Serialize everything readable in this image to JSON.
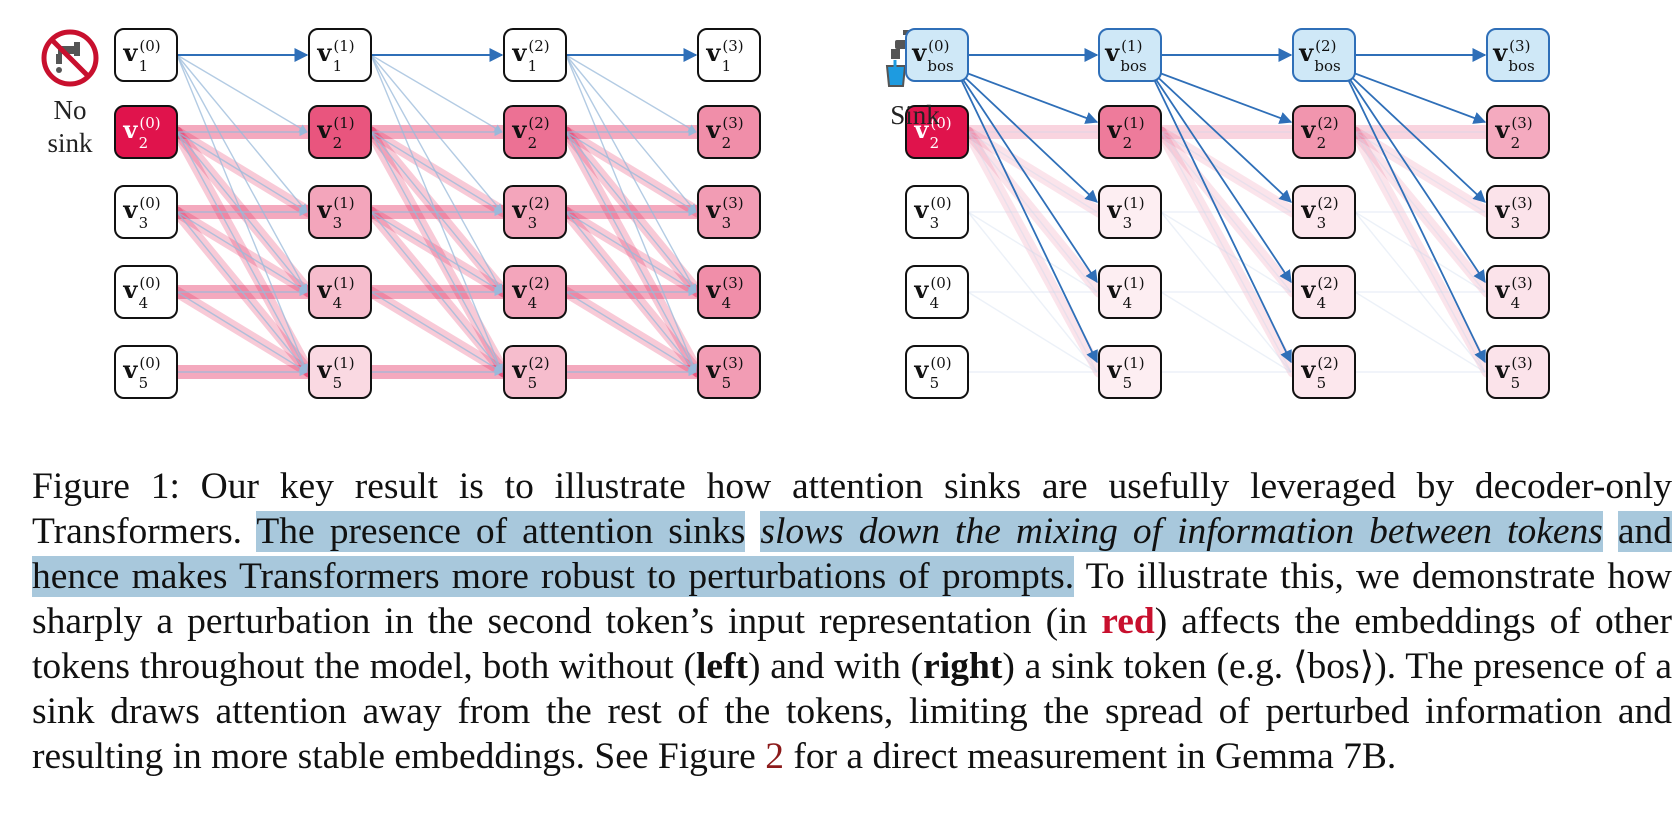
{
  "panels": {
    "left": {
      "icon": "no-water-tap-icon",
      "label_line1": "No",
      "label_line2": "sink"
    },
    "right": {
      "icon": "water-tap-icon",
      "label_line1": "Sink"
    }
  },
  "node_symbol": "v",
  "left_graph": {
    "layer_superscripts": [
      "(0)",
      "(1)",
      "(2)",
      "(3)"
    ],
    "token_subscripts": [
      "1",
      "2",
      "3",
      "4",
      "5"
    ]
  },
  "right_graph": {
    "layer_superscripts": [
      "(0)",
      "(1)",
      "(2)",
      "(3)"
    ],
    "token_subscripts": [
      "bos",
      "2",
      "3",
      "4",
      "5"
    ]
  },
  "colors": {
    "perturbation_red": "#e0134c",
    "sink_blue": "#cfe8f7",
    "arrow_blue": "#2f6fb8",
    "highlight": "#a8c8dc"
  },
  "caption": {
    "part1": "Figure 1: Our key result is to illustrate how attention sinks are usefully leveraged by decoder-only Transformers.",
    "hl1": "The presence of attention sinks",
    "hl_italic": "slows down the mixing of information between tokens",
    "hl2": "and hence makes Transformers more robust to perturbations of prompts.",
    "part2": "To illustrate this, we demonstrate how sharply a perturbation in the second token’s input representation (in",
    "red_word": "red",
    "part3": ") affects the embeddings of other tokens throughout the model, both without (",
    "left_word": "left",
    "part4": ") and with (",
    "right_word": "right",
    "part5": ") a sink token (e.g. ⟨bos⟩). The presence of a sink draws attention away from the rest of the tokens, limiting the spread of perturbed information and resulting in more stable embeddings. See Figure",
    "fig_ref": "2",
    "part6": "for a direct measurement in Gemma 7B."
  }
}
